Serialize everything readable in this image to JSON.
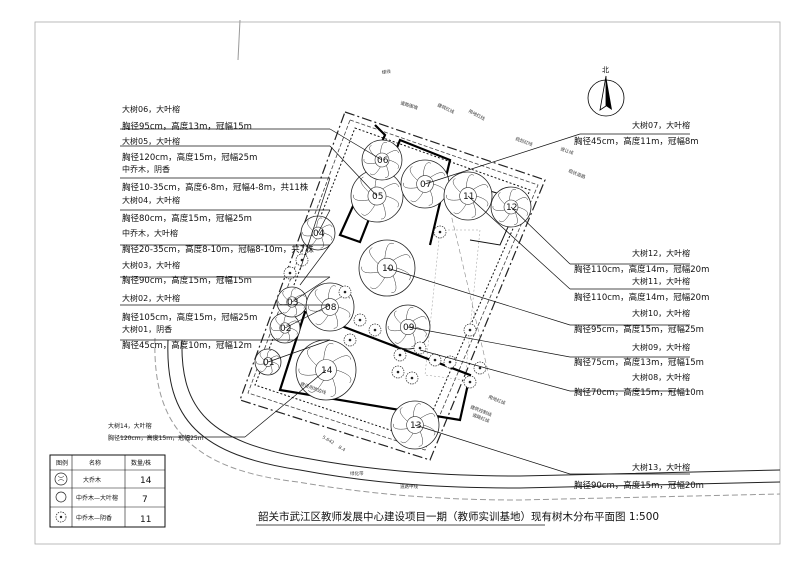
{
  "north_label": "北",
  "title": "韶关市武江区教师发展中心建设项目一期（教师实训基地）现有树木分布平面图 1:500",
  "legend": {
    "headers": [
      "图例",
      "名称",
      "数量/株"
    ],
    "rows": [
      {
        "name": "大乔木",
        "qty": "14"
      },
      {
        "name": "中乔木—大叶榕",
        "qty": "7"
      },
      {
        "name": "中乔木—阴香",
        "qty": "11"
      }
    ]
  },
  "trees": [
    {
      "num": "01"
    },
    {
      "num": "02"
    },
    {
      "num": "03"
    },
    {
      "num": "04"
    },
    {
      "num": "05"
    },
    {
      "num": "06"
    },
    {
      "num": "07"
    },
    {
      "num": "08"
    },
    {
      "num": "09"
    },
    {
      "num": "10"
    },
    {
      "num": "11"
    },
    {
      "num": "12"
    },
    {
      "num": "13"
    },
    {
      "num": "14"
    }
  ],
  "annotations": {
    "left": [
      {
        "title": "大树06，大叶榕",
        "detail": "胸径95cm，高度13m，冠幅15m"
      },
      {
        "title": "大树05，大叶榕",
        "detail": "胸径120cm，高度15m，冠幅25m"
      },
      {
        "title": "中乔木，阴香",
        "detail": "胸径10-35cm，高度6-8m，冠幅4-8m，共11株"
      },
      {
        "title": "大树04，大叶榕",
        "detail": "胸径80cm，高度15m，冠幅25m"
      },
      {
        "title": "中乔木，大叶榕",
        "detail": "胸径20-35cm，高度8-10m，冠幅8-10m，共7株"
      },
      {
        "title": "大树03，大叶榕",
        "detail": "胸径90cm，高度15m，冠幅15m"
      },
      {
        "title": "大树02，大叶榕",
        "detail": "胸径105cm，高度15m，冠幅25m"
      },
      {
        "title": "大树01，阴香",
        "detail": "胸径45cm，高度10m，冠幅12m"
      },
      {
        "title": "大树14，大叶榕",
        "detail": "胸径120cm，高度15m，冠幅25m"
      }
    ],
    "right": [
      {
        "title": "大树07，大叶榕",
        "detail": "胸径45cm，高度11m，冠幅8m"
      },
      {
        "title": "大树12，大叶榕",
        "detail": "胸径110cm，高度14m，冠幅20m"
      },
      {
        "title": "大树11，大叶榕",
        "detail": "胸径110cm，高度14m，冠幅20m"
      },
      {
        "title": "大树10，大叶榕",
        "detail": "胸径95cm，高度15m，冠幅25m"
      },
      {
        "title": "大树09，大叶榕",
        "detail": "胸径75cm，高度13m，冠幅15m"
      },
      {
        "title": "大树08，大叶榕",
        "detail": "胸径70cm，高度15m，冠幅10m"
      },
      {
        "title": "大树13，大叶榕",
        "detail": "胸径90cm，高度15m，冠幅20m"
      }
    ]
  },
  "site_labels": [
    "绿线",
    "道路围墙",
    "建筑红线",
    "用地红线",
    "规划红线",
    "退让线",
    "现状道路",
    "建设用地边线",
    "道路中线",
    "绿化带",
    "建筑控制线",
    "用地红线",
    "道路红线",
    "5.642",
    "8.4"
  ]
}
